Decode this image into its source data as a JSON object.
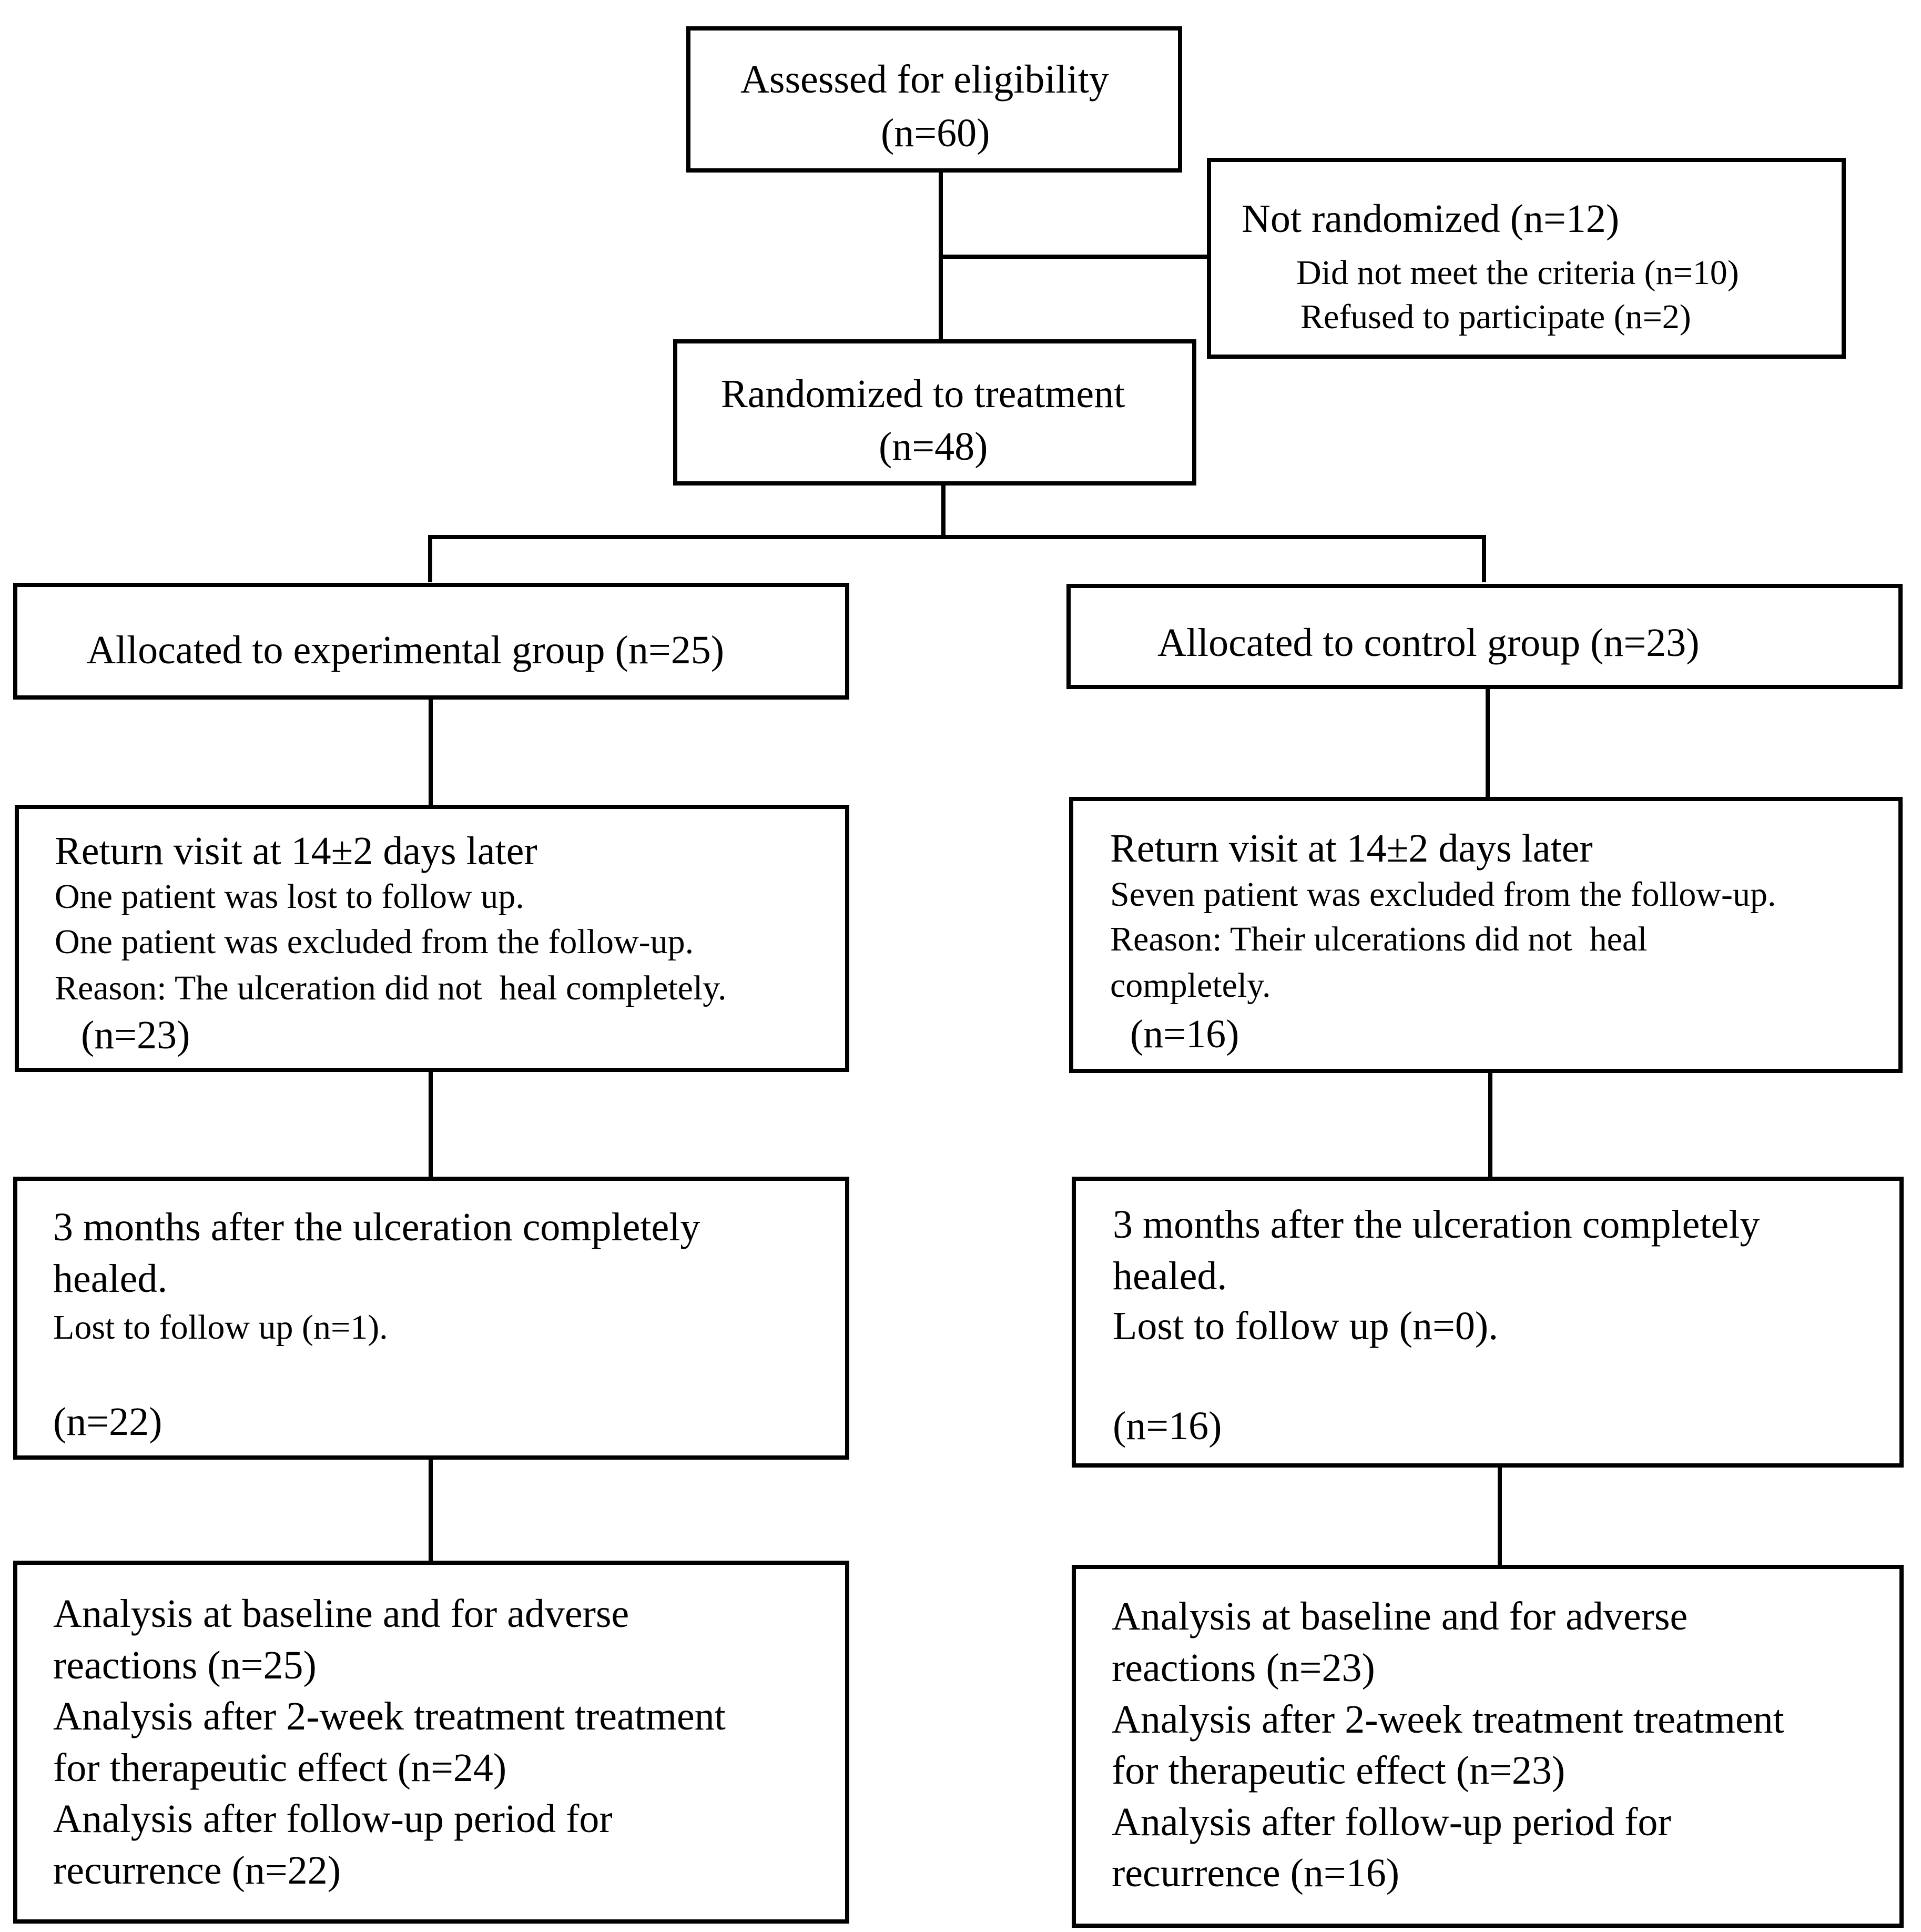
{
  "assessed": {
    "title": "Assessed for eligibility",
    "n": "(n=60)"
  },
  "not_randomized": {
    "title": "Not randomized (n=12)",
    "reason1": "Did not meet the criteria (n=10)",
    "reason2": "Refused to participate (n=2)"
  },
  "randomized": {
    "title": "Randomized to treatment",
    "n": "(n=48)"
  },
  "experimental": {
    "allocated": "Allocated to experimental group (n=25)",
    "return_visit": {
      "title": "Return visit at 14±2 days later",
      "line1": "One patient was lost to follow up.",
      "line2": "One patient was excluded from the follow-up.",
      "line3": "Reason: The ulceration did not  heal completely.",
      "n": "(n=23)"
    },
    "three_months": {
      "title_line1": "3 months after the ulceration completely",
      "title_line2": "healed.",
      "lost": "Lost to follow up (n=1).",
      "n": "(n=22)"
    },
    "analysis": {
      "line1": "Analysis at baseline and for adverse",
      "line2": "reactions (n=25)",
      "line3": "Analysis after 2-week treatment treatment",
      "line4": "for therapeutic effect (n=24)",
      "line5": "Analysis after follow-up period for",
      "line6": "recurrence (n=22)"
    }
  },
  "control": {
    "allocated": "Allocated to control group (n=23)",
    "return_visit": {
      "title": "Return visit at 14±2 days later",
      "line1": "Seven patient was excluded from the follow-up.",
      "line2": "Reason: Their ulcerations did not  heal",
      "line3": "completely.",
      "n": "(n=16)"
    },
    "three_months": {
      "title_line1": "3 months after the ulceration completely",
      "title_line2": "healed.",
      "lost": "Lost to follow up (n=0).",
      "n": "(n=16)"
    },
    "analysis": {
      "line1": "Analysis at baseline and for adverse",
      "line2": "reactions (n=23)",
      "line3": "Analysis after 2-week treatment treatment",
      "line4": "for therapeutic effect (n=23)",
      "line5": "Analysis after follow-up period for",
      "line6": "recurrence (n=16)"
    }
  }
}
